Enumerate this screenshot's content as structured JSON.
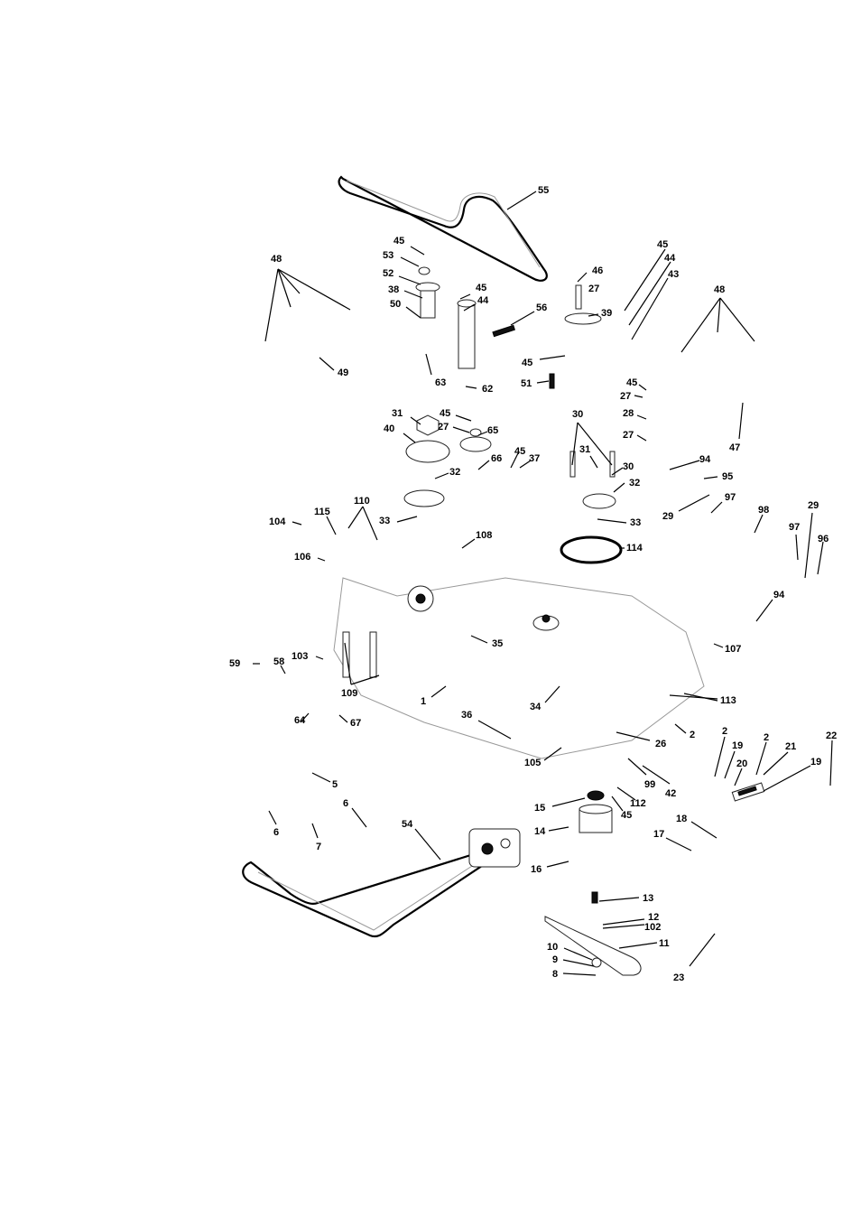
{
  "diagram": {
    "callouts": {
      "c55": "55",
      "c45a": "45",
      "c53": "53",
      "c52": "52",
      "c38": "38",
      "c50": "50",
      "c45b": "45",
      "c44a": "44",
      "c56": "56",
      "c46": "46",
      "c27a": "27",
      "c39": "39",
      "c45c": "45",
      "c44b": "44",
      "c43": "43",
      "c48a": "48",
      "c48b": "48",
      "c49": "49",
      "c63": "63",
      "c62": "62",
      "c45d": "45",
      "c51": "51",
      "c45e": "45",
      "c27b": "27",
      "c28": "28",
      "c27c": "27",
      "c47": "47",
      "c31a": "31",
      "c40": "40",
      "c45f": "45",
      "c27d": "27",
      "c65": "65",
      "c45g": "45",
      "c37": "37",
      "c66": "66",
      "c32a": "32",
      "c33a": "33",
      "c30a": "30",
      "c31b": "31",
      "c30b": "30",
      "c32b": "32",
      "c33b": "33",
      "c94a": "94",
      "c95": "95",
      "c29a": "29",
      "c97a": "97",
      "c98": "98",
      "c29b": "29",
      "c97b": "97",
      "c96": "96",
      "c94b": "94",
      "c104": "104",
      "c115": "115",
      "c110": "110",
      "c106": "106",
      "c108": "108",
      "c114": "114",
      "c35": "35",
      "c107": "107",
      "c59": "59",
      "c58": "58",
      "c103": "103",
      "c109": "109",
      "c1": "1",
      "c113": "113",
      "c34": "34",
      "c64": "64",
      "c67": "67",
      "c36": "36",
      "c26": "26",
      "c2a": "2",
      "c105": "105",
      "c2b": "2",
      "c19a": "19",
      "c2c": "2",
      "c21": "21",
      "c22": "22",
      "c20": "20",
      "c19b": "19",
      "c99": "99",
      "c42": "42",
      "c5": "5",
      "c6a": "6",
      "c6b": "6",
      "c7": "7",
      "c54": "54",
      "c15": "15",
      "c112": "112",
      "c45h": "45",
      "c14": "14",
      "c18": "18",
      "c17": "17",
      "c16": "16",
      "c13": "13",
      "c12": "12",
      "c102": "102",
      "c11": "11",
      "c10": "10",
      "c9": "9",
      "c8": "8",
      "c23": "23"
    }
  }
}
